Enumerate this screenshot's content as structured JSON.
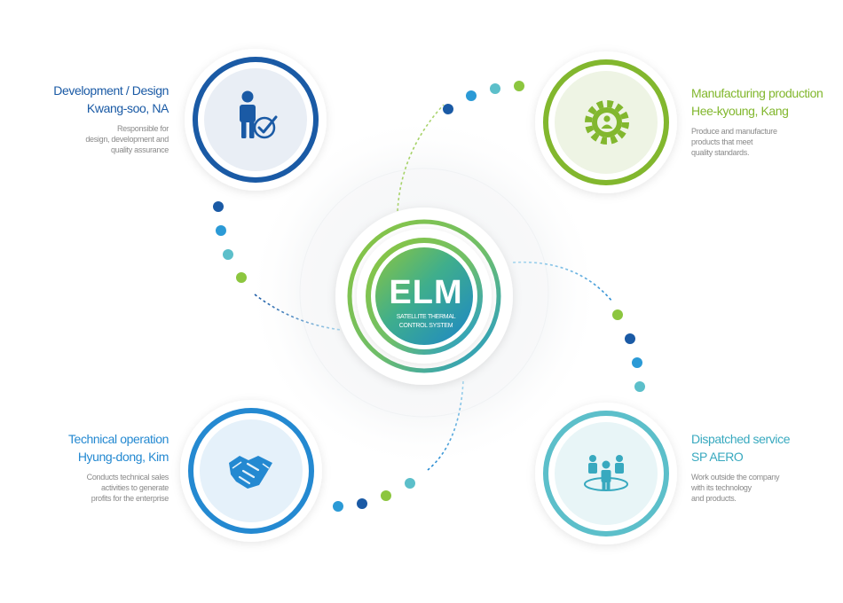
{
  "center": {
    "title": "ELM",
    "subtitle_line1": "SATELLITE THERMAL",
    "subtitle_line2": "CONTROL SYSTEM"
  },
  "roles": {
    "design": {
      "title": "Development / Design",
      "name": "Kwang-soo, NA",
      "description": "Responsible for\ndesign, development and\nquality assurance",
      "icon": "person-check-icon",
      "color": "#1a5aa5"
    },
    "manufacturing": {
      "title": "Manufacturing production",
      "name": "Hee-kyoung, Kang",
      "description": "Produce and manufacture\nproducts that meet\nquality standards.",
      "icon": "gear-person-icon",
      "color": "#82b72e"
    },
    "technical": {
      "title": "Technical operation",
      "name": "Hyung-dong, Kim",
      "description": "Conducts technical sales\nactivities to generate\nprofits for the enterprise",
      "icon": "handshake-icon",
      "color": "#2489d1"
    },
    "service": {
      "title": "Dispatched service",
      "name": "SP AERO",
      "description": "Work outside the company\nwith its technology\nand products.",
      "icon": "team-icon",
      "color": "#38a9bf"
    }
  }
}
